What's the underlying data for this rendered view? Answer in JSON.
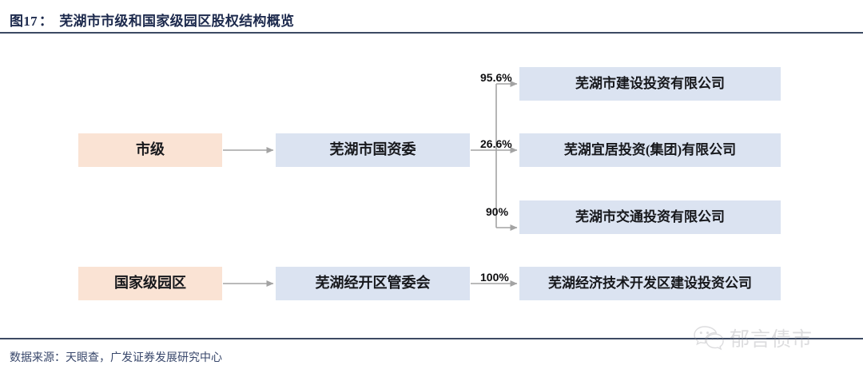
{
  "figure": {
    "label": "图17",
    "separator": "：",
    "title": "芜湖市市级和国家级园区股权结构概览",
    "source": "数据来源：天眼查，广发证券发展研究中心"
  },
  "watermark": {
    "text": "郁言债市",
    "icon": "wechat-logo-icon"
  },
  "colors": {
    "peach_box": "#fae3d4",
    "blue_box": "#dbe3f1",
    "rule": "#3c4a63",
    "title_text": "#1d2a4d",
    "connector": "#9a9a9a"
  },
  "diagram": {
    "type": "org-equity-structure",
    "levels": [
      {
        "id": "municipal",
        "category": {
          "label": "市级",
          "style": "peach"
        },
        "owner": {
          "label": "芜湖市国资委",
          "style": "blue"
        },
        "subsidiaries": [
          {
            "label": "芜湖市建设投资有限公司",
            "stake": "95.6%",
            "style": "blue"
          },
          {
            "label": "芜湖宜居投资(集团)有限公司",
            "stake": "26.6%",
            "style": "blue"
          },
          {
            "label": "芜湖市交通投资有限公司",
            "stake": "90%",
            "style": "blue"
          }
        ]
      },
      {
        "id": "national-park",
        "category": {
          "label": "国家级园区",
          "style": "peach"
        },
        "owner": {
          "label": "芜湖经开区管委会",
          "style": "blue"
        },
        "subsidiaries": [
          {
            "label": "芜湖经济技术开发区建设投资公司",
            "stake": "100%",
            "style": "blue"
          }
        ]
      }
    ]
  }
}
